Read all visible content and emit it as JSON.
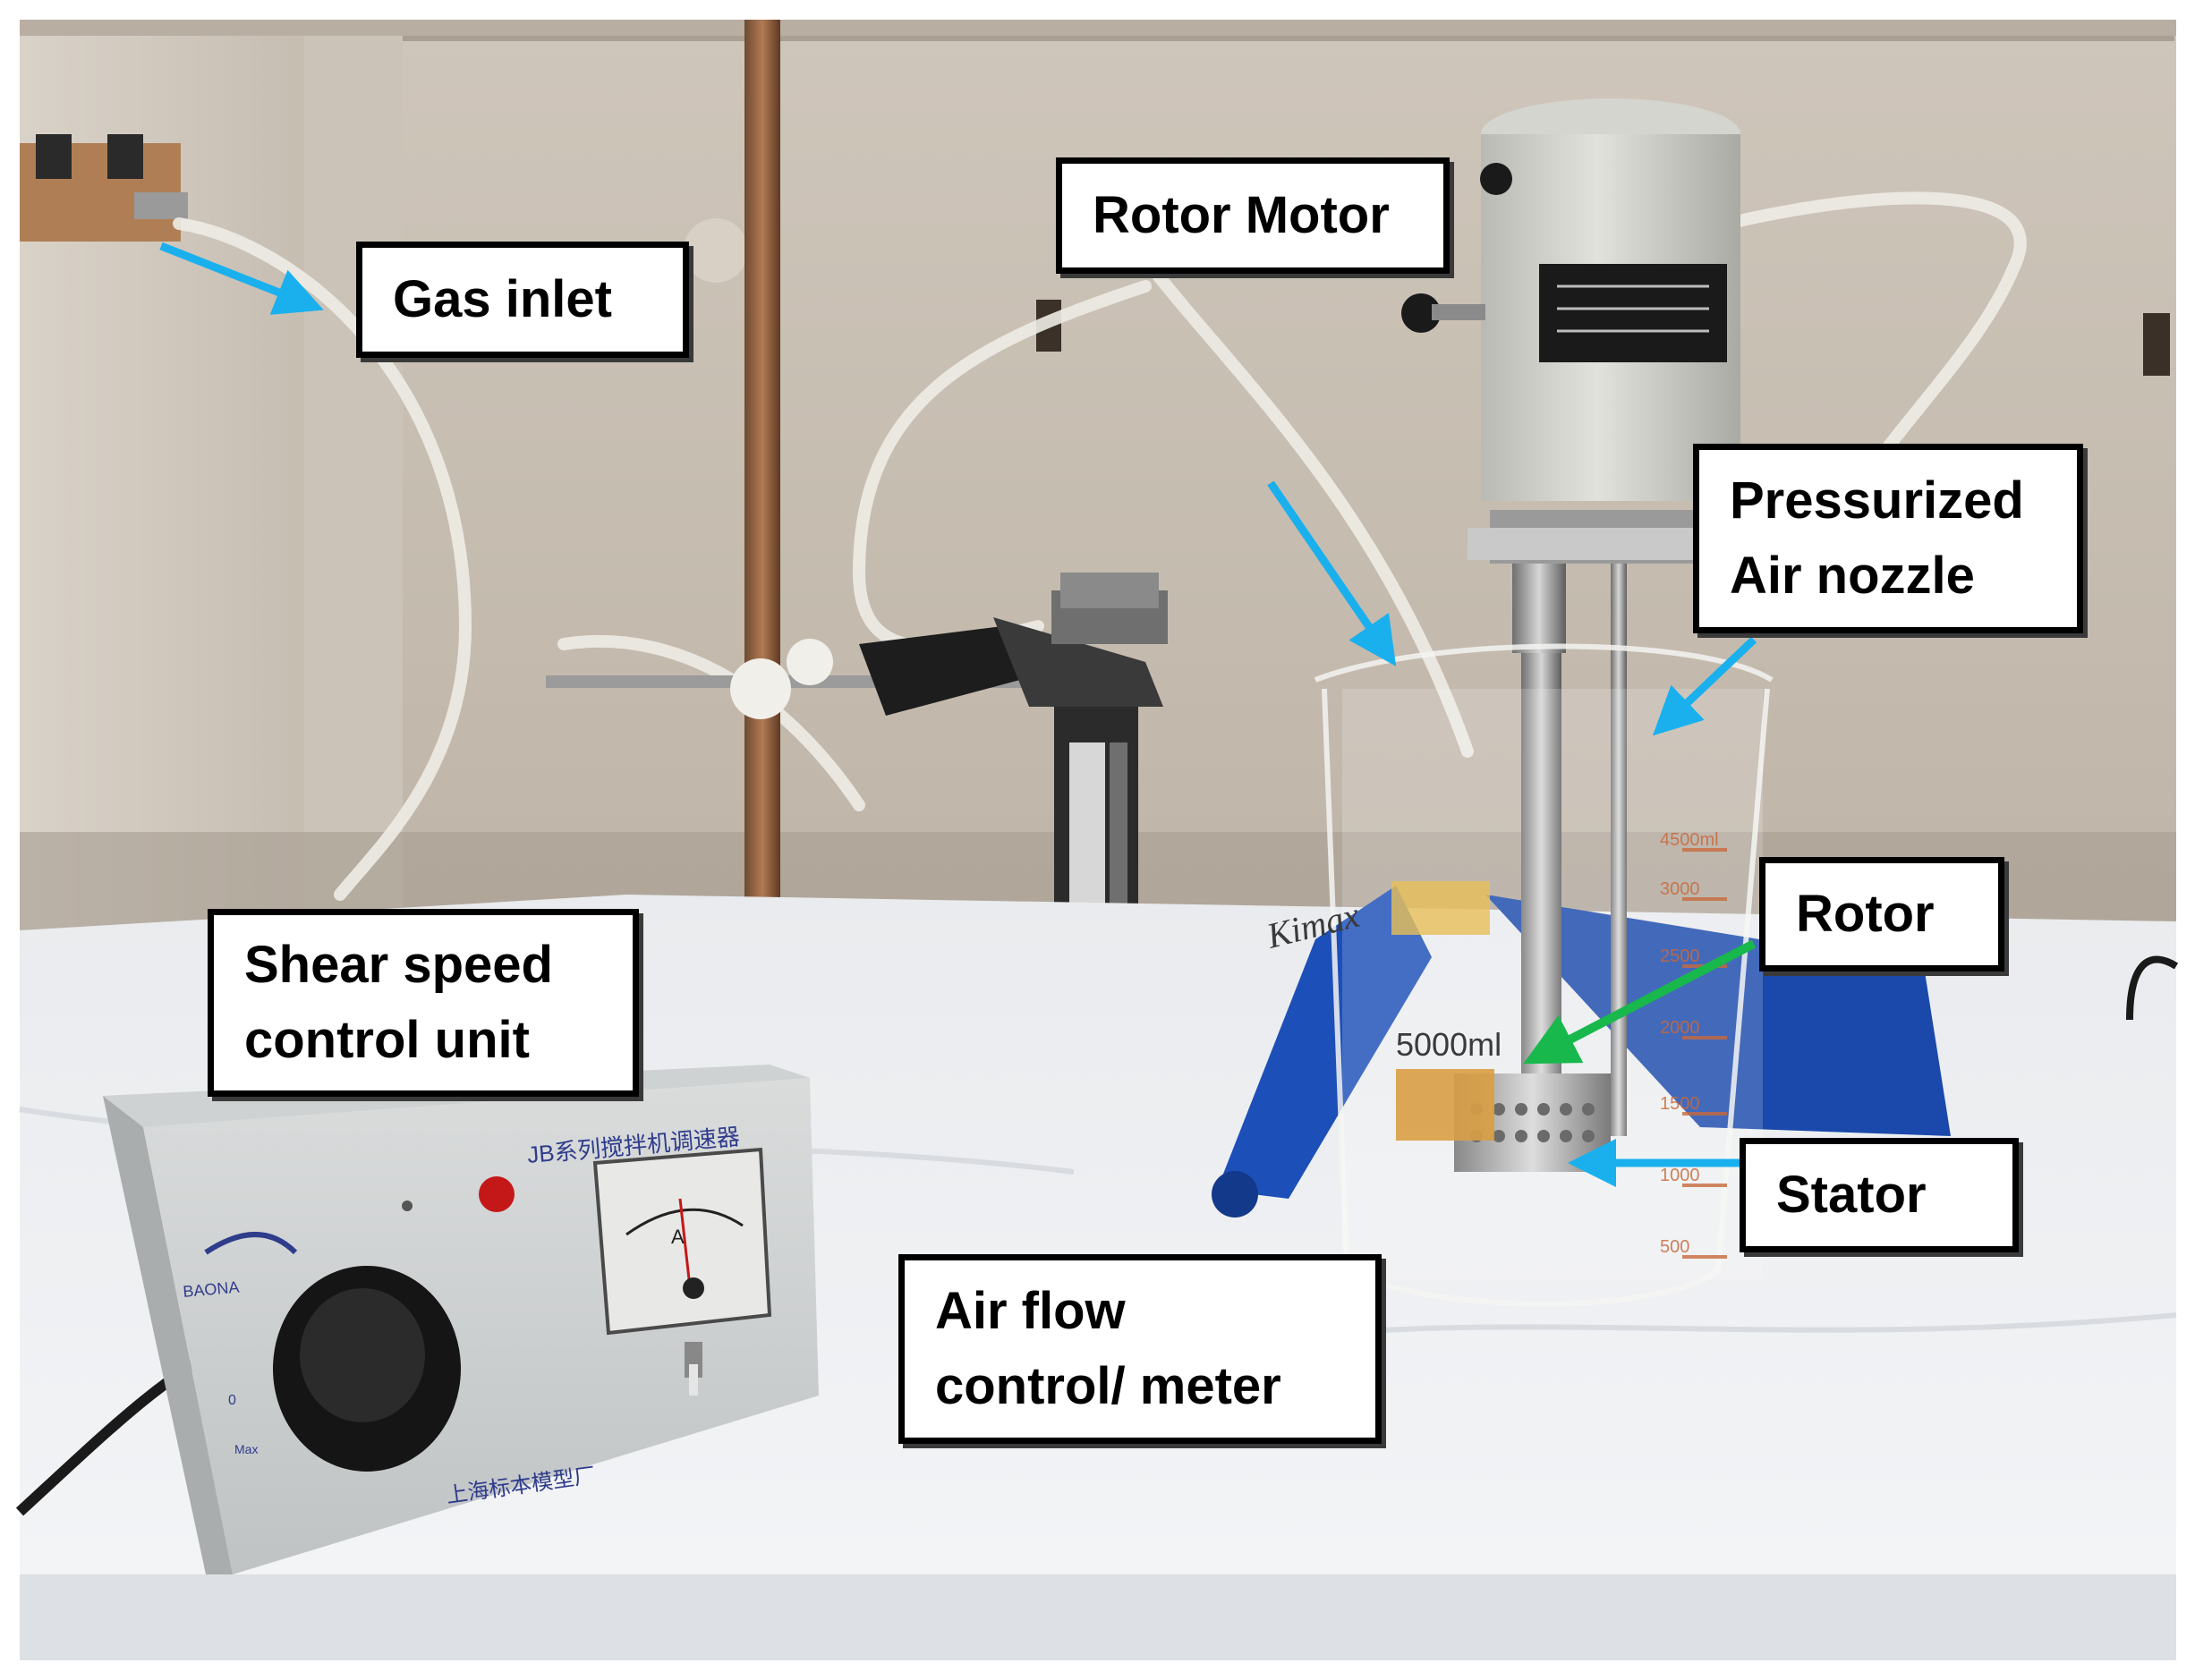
{
  "labels": {
    "gas_inlet": "Gas inlet",
    "rotor_motor": "Rotor Motor",
    "pressurized_air_nozzle": [
      "Pressurized",
      "Air nozzle"
    ],
    "rotor": "Rotor",
    "stator": "Stator",
    "shear_speed_control_unit": [
      "Shear speed",
      "control unit"
    ],
    "air_flow_control_meter": [
      "Air flow",
      "control/ meter"
    ]
  },
  "equipment_text": {
    "controller_panel_title": "JB系列搅拌机调速器",
    "controller_brand": "BAONA",
    "controller_maker": "上海标本模型厂",
    "dial_min": "0",
    "dial_max": "Max",
    "meter_unit": "A",
    "beaker_brand": "Kimax",
    "beaker_capacity": "5000ml",
    "beaker_marks": [
      "4500ml",
      "3000",
      "2500",
      "2000",
      "1500",
      "1000",
      "500"
    ]
  },
  "colors": {
    "arrow_blue": "#1ab0ee",
    "arrow_green": "#18b84c",
    "label_border": "#000000",
    "stand_blue": "#1c4fb8"
  }
}
